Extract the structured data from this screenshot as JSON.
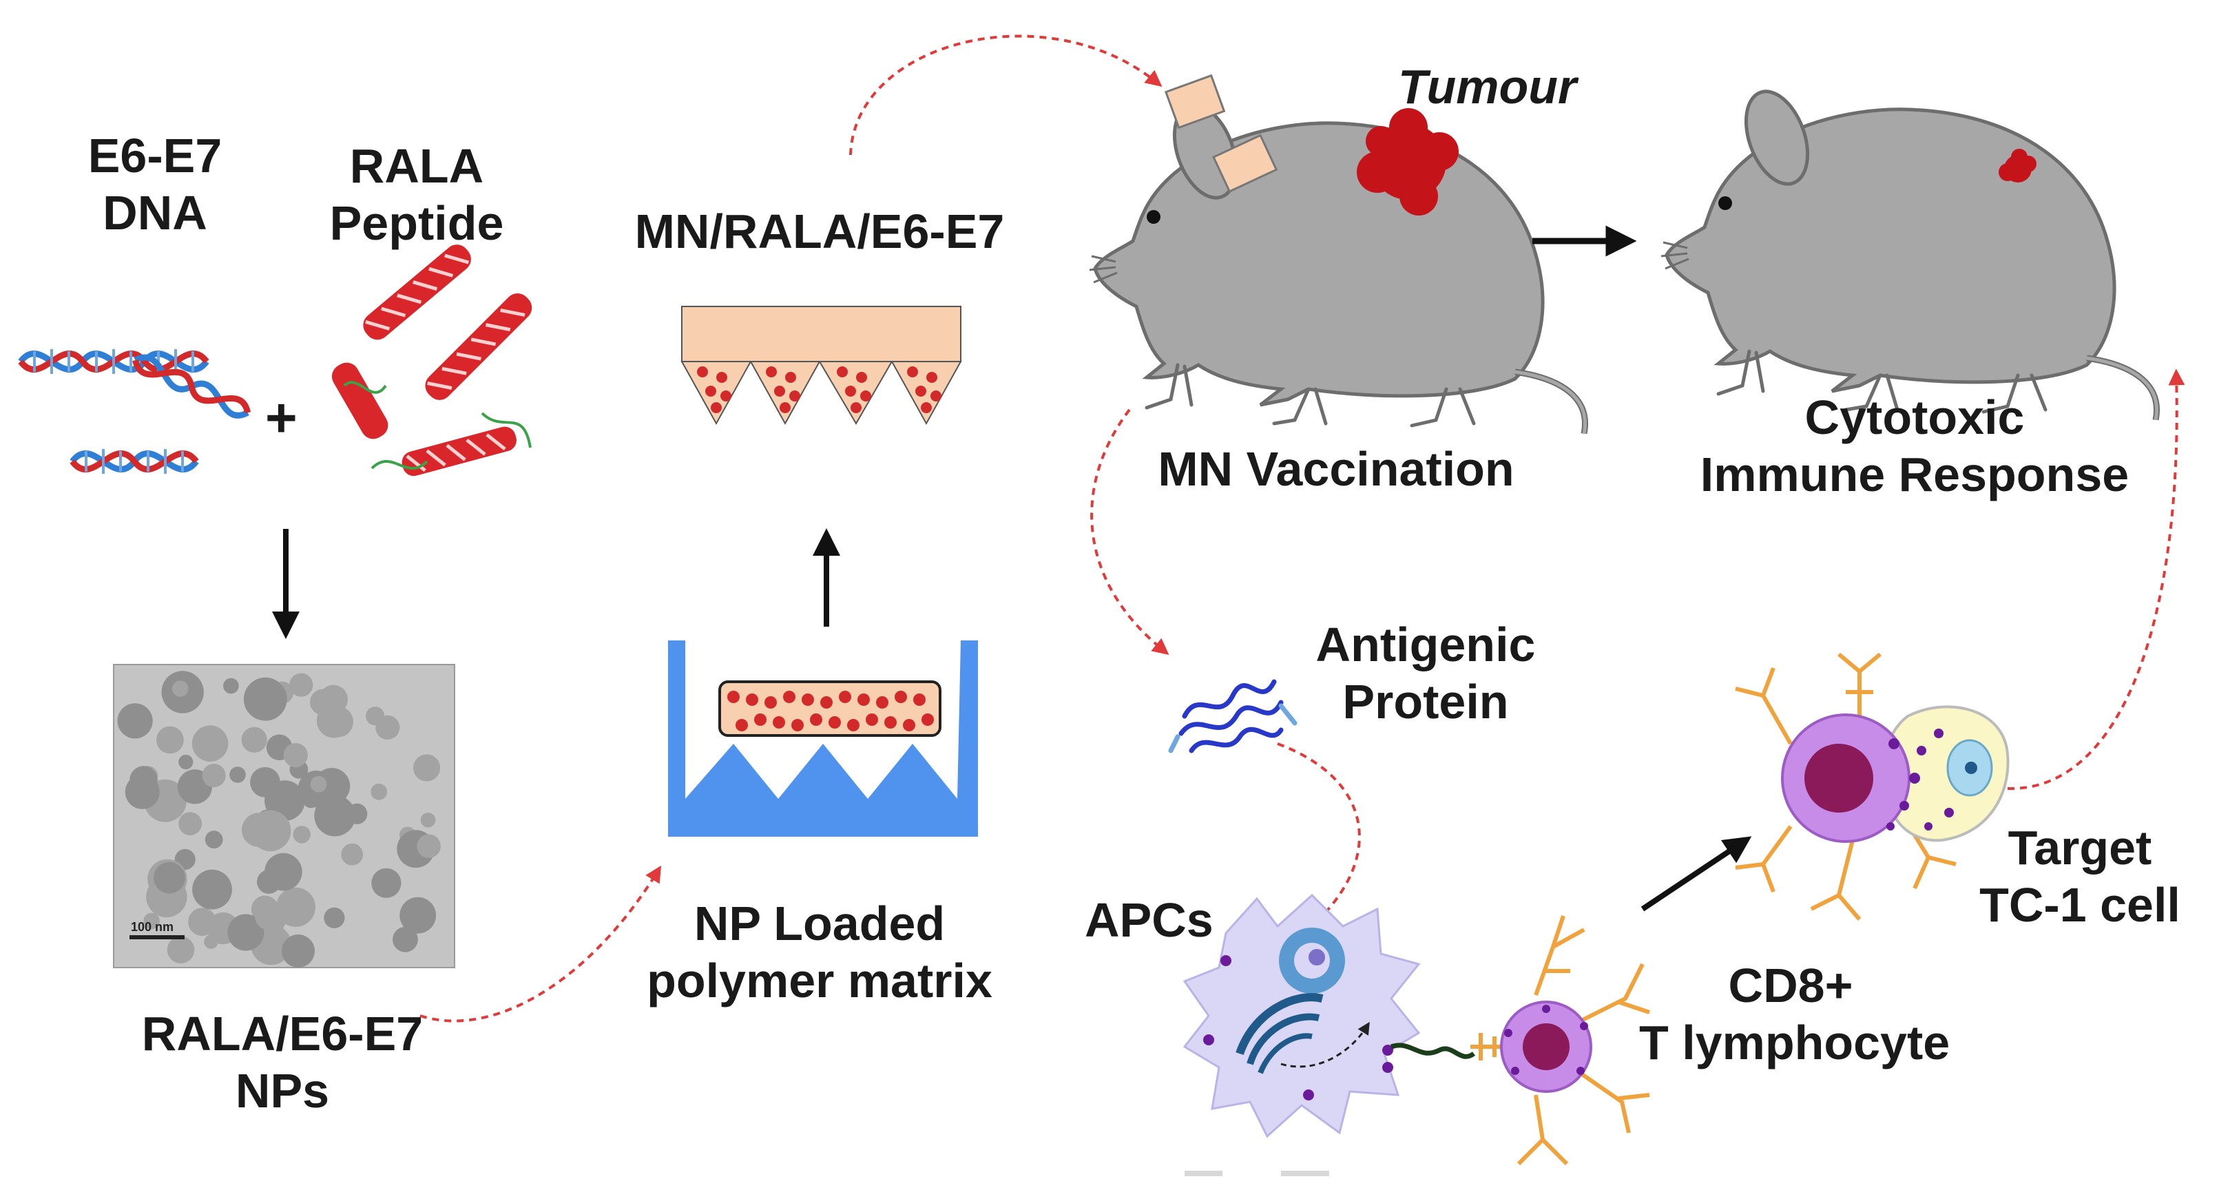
{
  "labels": {
    "dna": [
      "E6-E7",
      "DNA"
    ],
    "peptide": [
      "RALA",
      "Peptide"
    ],
    "plus": "+",
    "nps": [
      "RALA/E6-E7",
      "NPs"
    ],
    "mn_product": "MN/RALA/E6-E7",
    "np_loaded": [
      "NP Loaded",
      "polymer matrix"
    ],
    "tumour": "Tumour",
    "mn_vaccination": "MN Vaccination",
    "cytotoxic": [
      "Cytotoxic",
      "Immune Response"
    ],
    "antigenic": [
      "Antigenic",
      "Protein"
    ],
    "apcs": "APCs",
    "cd8": [
      "CD8+",
      "T lymphocyte"
    ],
    "target": [
      "Target",
      "TC-1 cell"
    ]
  },
  "tem_scale_bar": "100 nm",
  "colors": {
    "text": "#1a1a1a",
    "mouse_fill": "#a7a7a7",
    "mouse_stroke": "#6d6d6d",
    "tumour": "#c5131a",
    "patch": "#f8d0b0",
    "mould": "#4f93ef",
    "dashed_arrow": "#e03a3a",
    "dna_blue": "#2f7fd6",
    "dna_red": "#d22a2a",
    "apc": "#d9d6f6",
    "tcell": "#c68ce8",
    "receptor": "#f0a23c"
  }
}
